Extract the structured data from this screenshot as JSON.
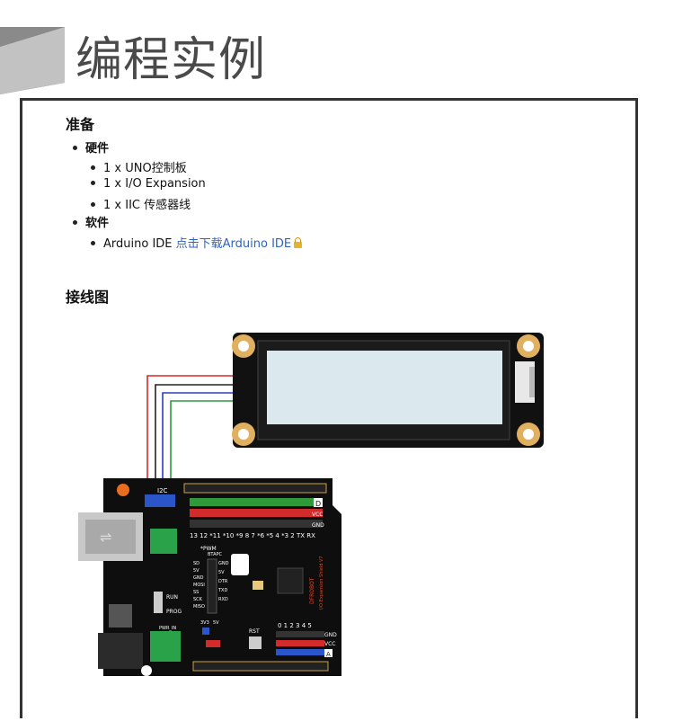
{
  "page": {
    "title": "编程实例"
  },
  "prep": {
    "heading": "准备",
    "hardware": {
      "label": "硬件",
      "items": [
        "1 x UNO控制板",
        "1 x I/O Expansion",
        "1 x IIC 传感器线"
      ]
    },
    "software": {
      "label": "软件",
      "item_prefix": "Arduino IDE ",
      "link_text": "点击下载Arduino IDE"
    }
  },
  "wiring": {
    "heading": "接线图",
    "board": {
      "silk_i2c": "I2C",
      "silk_pwm": "*PWM",
      "silk_btapc": "BTAPC",
      "row_labels": {
        "d": "D",
        "vcc": "VCC",
        "gnd": "GND",
        "a": "A"
      },
      "digital_pins": "13 12 *11 *10 *9  8   7 *6 *5  4 *3  2  TX RX",
      "analog_pins": "0  1  2  3  4  5",
      "left_pins": [
        "SD",
        "5V",
        "GND",
        "MOSI",
        "SS",
        "SCK",
        "MISO"
      ],
      "right_pins": [
        "GND",
        "5V",
        "DTR",
        "TXD",
        "RXD"
      ],
      "run_label": "RUN",
      "prog_label": "PROG",
      "pwr_label": "PWR_IN",
      "rst_label": "RST",
      "v3": "3V3",
      "v5": "5V",
      "brand": "DFROBOT",
      "product": "I/O Expansion Shield V7"
    }
  },
  "colors": {
    "title_gray": "#4a4a4a",
    "banner_dark": "#555555",
    "banner_light": "#bdbdbd",
    "link_blue": "#2b64c4",
    "lcd_screen": "#dbe9ef",
    "wire_red": "#d22b2b",
    "wire_black": "#222222",
    "wire_blue": "#2b3fc4",
    "wire_green": "#2f9a3a"
  }
}
